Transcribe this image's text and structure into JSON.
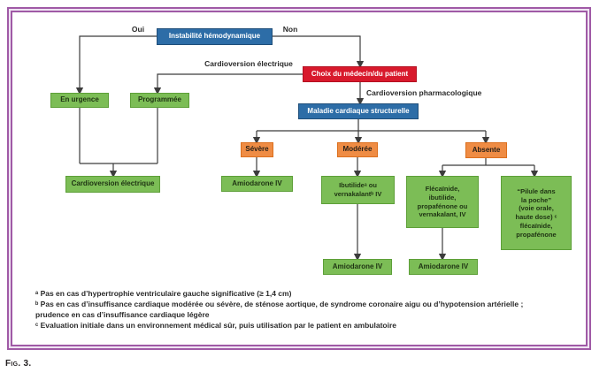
{
  "figure_caption": "Fig. 3.",
  "colors": {
    "blue": "#2d6da7",
    "blue_border": "#1f4e79",
    "red": "#d8192c",
    "red_border": "#b31021",
    "green": "#7cbd56",
    "green_border": "#5d9f38",
    "green_text": "#1e3313",
    "orange": "#ef8c44",
    "orange_border": "#dc6f1d",
    "orange_text": "#282018",
    "line": "#3c3c3c",
    "frame": "#a05aa6",
    "frame_light": "#efe3f2",
    "text": "#2a2a2a"
  },
  "nodes": {
    "instability": "Instabilité hémodynamique",
    "choice": "Choix du médecin/du patient",
    "structural": "Maladie cardiaque structurelle",
    "urgence": "En urgence",
    "programmee": "Programmée",
    "cardioversion_electrique": "Cardioversion électrique",
    "severe": "Sévère",
    "moderee": "Modérée",
    "absente": "Absente",
    "amiodarone_1": "Amiodarone IV",
    "ibutilide": "Ibutilideᵃ ou\nvernakalantᵇ IV",
    "flecainide": "Flécaïnide,\nibutilide,\npropafénone ou\nvernakalant, IV",
    "pilule": "“Pilule dans\nla poche”\n(voie orale,\nhaute dose) ᶜ\nflécaïnide,\npropafénone",
    "amiodarone_2": "Amiodarone IV",
    "amiodarone_3": "Amiodarone IV"
  },
  "edge_labels": {
    "oui": "Oui",
    "non": "Non",
    "electrique": "Cardioversion électrique",
    "pharmacologique": "Cardioversion pharmacologique"
  },
  "footnotes": [
    "ᵃ Pas en cas d’hypertrophie ventriculaire gauche significative (≥ 1,4 cm)",
    "ᵇ Pas en cas d’insuffisance cardiaque modérée ou sévère, de sténose aortique, de syndrome coronaire aigu ou d’hypotension artérielle ;\nprudence en cas d’insuffisance cardiaque légère",
    "ᶜ Evaluation initiale dans un environnement médical sûr, puis utilisation par le patient en ambulatoire"
  ]
}
